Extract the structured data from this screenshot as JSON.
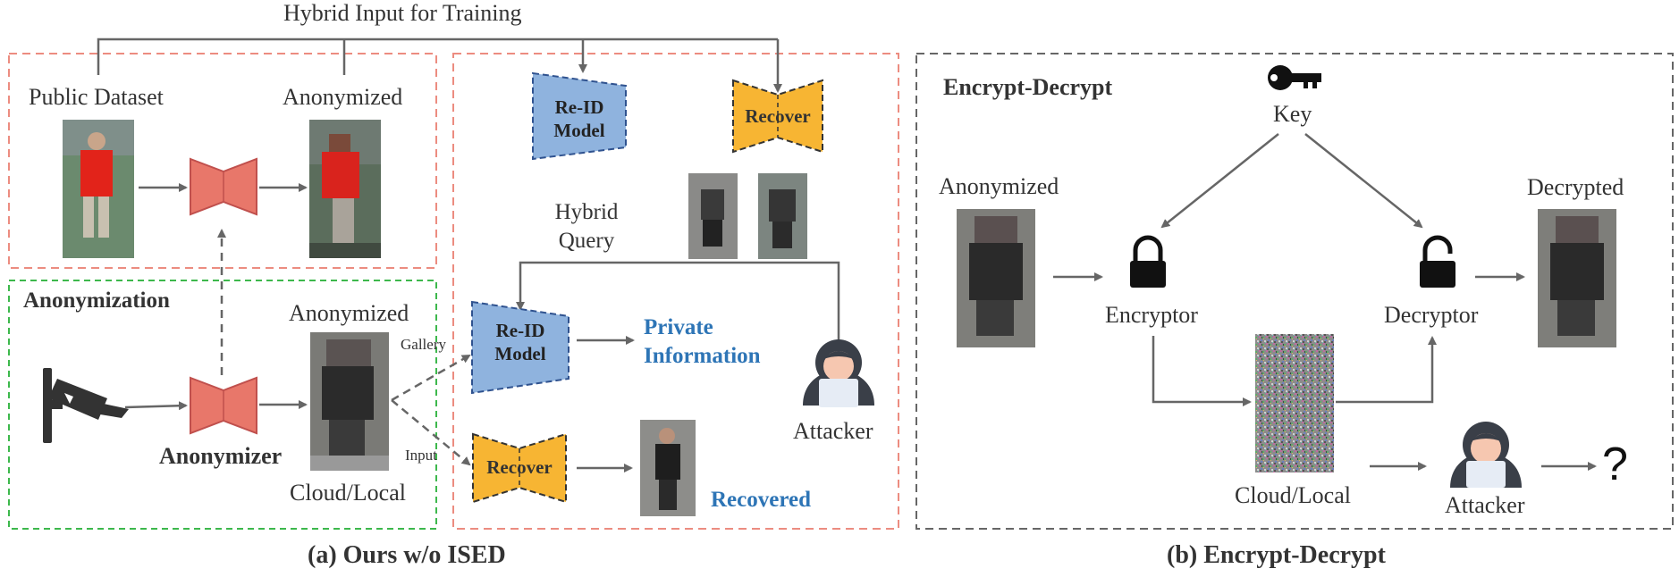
{
  "left": {
    "top_label": "Hybrid Input for Training",
    "public_dataset": "Public Dataset",
    "anonymized_top": "Anonymized",
    "anonymization_title": "Anonymization",
    "anonymizer": "Anonymizer",
    "anonymized_mid": "Anonymized",
    "cloud_local": "Cloud/Local",
    "gallery": "Gallery",
    "input": "Input",
    "reid_model_top": "Re-ID Model",
    "recover_top": "Recover",
    "hybrid_query": "Hybrid Query",
    "reid_model_mid": "Re-ID Model",
    "private_information": "Private Information",
    "recover_bottom": "Recover",
    "recovered": "Recovered",
    "attacker": "Attacker",
    "caption": "(a) Ours w/o ISED"
  },
  "right": {
    "title": "Encrypt-Decrypt",
    "key": "Key",
    "anonymized": "Anonymized",
    "decrypted": "Decrypted",
    "encryptor": "Encryptor",
    "decryptor": "Decryptor",
    "cloud_local": "Cloud/Local",
    "attacker": "Attacker",
    "question": "?",
    "caption": "(b) Encrypt-Decrypt"
  },
  "colors": {
    "pink_box": "#ec8c80",
    "green_box": "#3db84c",
    "gray_box": "#666666",
    "anonymizer_fill": "#e8776a",
    "reid_fill": "#8fb3de",
    "recover_fill": "#f7b533",
    "accent_blue": "#2e75b6"
  }
}
